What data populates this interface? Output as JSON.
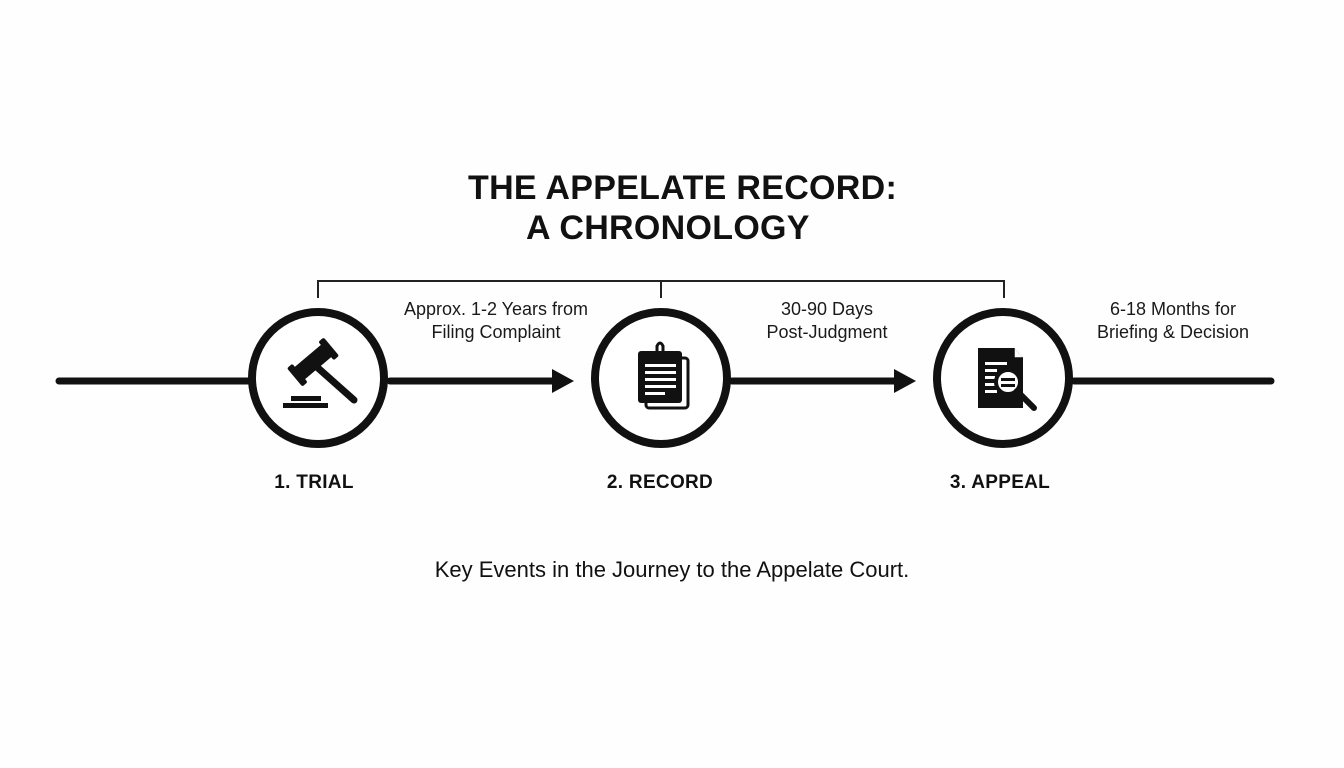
{
  "title": {
    "line1": "THE APPELATE RECORD:",
    "line2": "A CHRONOLOGY"
  },
  "steps": [
    {
      "label": "1. TRIAL",
      "icon": "gavel-icon"
    },
    {
      "label": "2. RECORD",
      "icon": "documents-icon"
    },
    {
      "label": "3. APPEAL",
      "icon": "document-magnifier-icon"
    }
  ],
  "durations": [
    {
      "line1": "Approx. 1-2 Years from",
      "line2": "Filing Complaint"
    },
    {
      "line1": "30-90 Days",
      "line2": "Post-Judgment"
    },
    {
      "line1": "6-18 Months for",
      "line2": "Briefing & Decision"
    }
  ],
  "caption": "Key Events in the Journey to the Appelate Court."
}
